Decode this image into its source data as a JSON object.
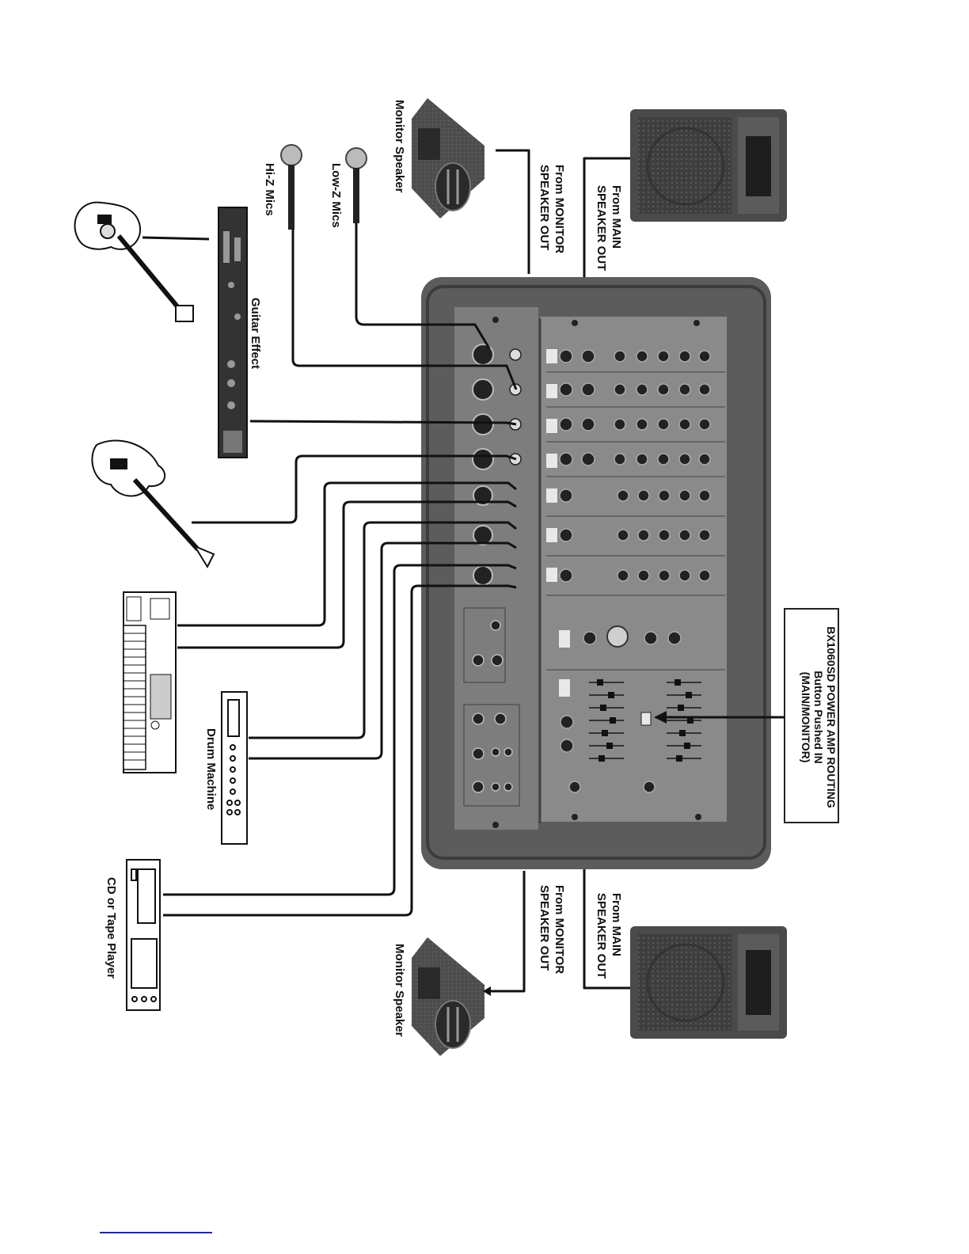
{
  "labels": {
    "from_main_top": [
      "From MAIN",
      "SPEAKER OUT"
    ],
    "from_monitor_top": [
      "From MONITOR",
      "SPEAKER OUT"
    ],
    "from_main_bottom": [
      "From MAIN",
      "SPEAKER OUT"
    ],
    "from_monitor_bottom": [
      "From MONITOR",
      "SPEAKER OUT"
    ],
    "monitor_speaker_top": "Monitor Speaker",
    "monitor_speaker_bottom": "Monitor Speaker",
    "low_z_mics": "Low-Z Mics",
    "hi_z_mics": "Hi-Z Mics",
    "guitar_effect": "Guitar Effect",
    "drum_machine": "Drum Machine",
    "cd_tape_player": "CD or Tape Player"
  },
  "callout": {
    "lines": [
      "BX1060SD POWER AMP ROUTING",
      "Button Pushed IN",
      "(MAIN/MONITOR)"
    ]
  },
  "colors": {
    "mixer_body": "#5c5c5c",
    "mixer_panel": "#8a8a8a",
    "speaker_body": "#4a4a4a",
    "cable": "#111111",
    "footer_rule": "#1f2a9a"
  }
}
